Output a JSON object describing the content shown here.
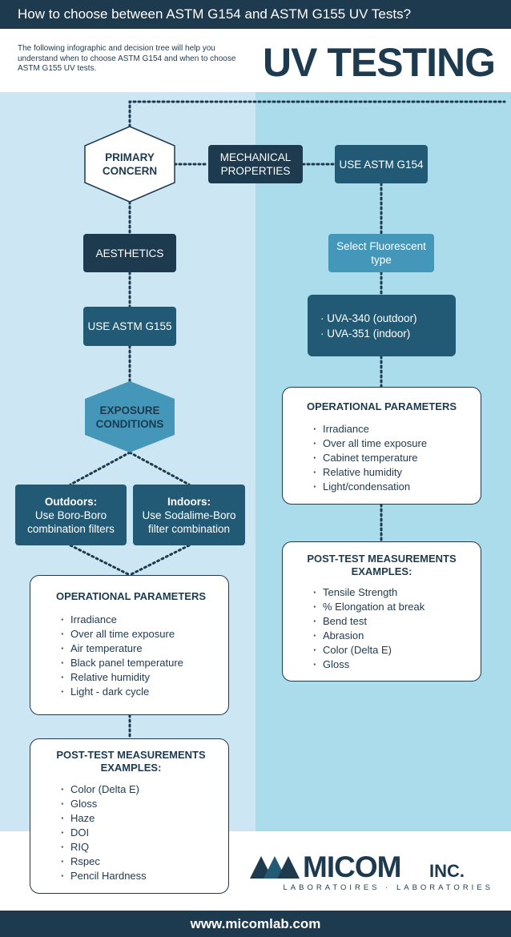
{
  "header": {
    "title": "How to choose between ASTM G154 and ASTM G155 UV Tests?",
    "intro": "The following infographic and decision tree will help you understand when to choose ASTM G154 and when to choose ASTM G155 UV tests.",
    "big_title": "UV TESTING"
  },
  "tree": {
    "primary_concern": "PRIMARY CONCERN",
    "mechanical_properties": "MECHANICAL PROPERTIES",
    "use_g154": "USE ASTM G154",
    "aesthetics": "AESTHETICS",
    "select_fluorescent": "Select Fluorescent type",
    "use_g155": "USE ASTM G155",
    "uva_items": [
      "UVA-340 (outdoor)",
      "UVA-351 (indoor)"
    ],
    "exposure_conditions": "EXPOSURE CONDITIONS",
    "outdoors_title": "Outdoors:",
    "outdoors_text": "Use Boro-Boro combination filters",
    "indoors_title": "Indoors:",
    "indoors_text": "Use Sodalime-Boro filter combination"
  },
  "right_op": {
    "title": "OPERATIONAL PARAMETERS",
    "items": [
      "Irradiance",
      "Over all time exposure",
      "Cabinet temperature",
      "Relative humidity",
      "Light/condensation"
    ]
  },
  "right_post": {
    "title": "POST-TEST MEASUREMENTS EXAMPLES:",
    "items": [
      "Tensile Strength",
      "% Elongation at break",
      "Bend test",
      "Abrasion",
      "Color (Delta E)",
      "Gloss"
    ]
  },
  "left_op": {
    "title": "OPERATIONAL PARAMETERS",
    "items": [
      "Irradiance",
      "Over all time exposure",
      "Air temperature",
      "Black panel temperature",
      "Relative humidity",
      "Light - dark cycle"
    ]
  },
  "left_post": {
    "title": "POST-TEST MEASUREMENTS EXAMPLES:",
    "items": [
      "Color (Delta E)",
      "Gloss",
      "Haze",
      "DOI",
      "RIQ",
      "Rspec",
      "Pencil Hardness"
    ]
  },
  "logo": {
    "name": "MICOM",
    "suffix": "INC.",
    "tagline": "LABORATOIRES · LABORATORIES"
  },
  "footer": {
    "url": "www.micomlab.com"
  },
  "colors": {
    "navy": "#1d3a4f",
    "mid_blue": "#225a75",
    "teal": "#4497b9",
    "left_bg": "#cde6f3",
    "right_bg": "#abdcec"
  }
}
